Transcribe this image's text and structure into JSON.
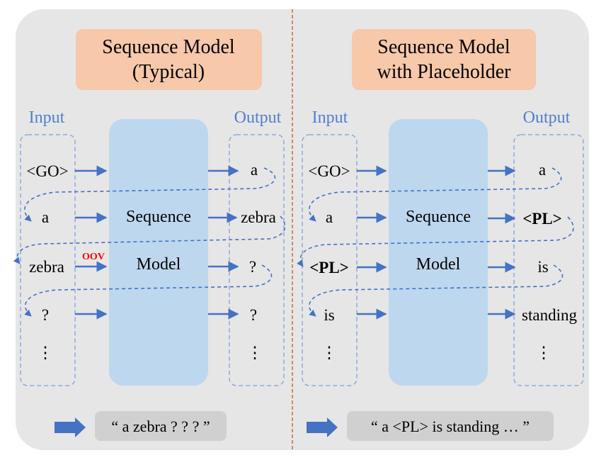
{
  "colors": {
    "panel_bg": "#e6e6e6",
    "title_box": "#f7c8a9",
    "model_box": "#bdd7ee",
    "accent_blue": "#4472c4",
    "label_blue": "#4f7fd1",
    "divider": "#c55a11",
    "oov_red": "#ff0000",
    "output_box": "#d0d0d0",
    "text": "#000000"
  },
  "left": {
    "title_line1": "Sequence Model",
    "title_line2": "(Typical)",
    "input_label": "Input",
    "output_label": "Output",
    "model_line1": "Sequence",
    "model_line2": "Model",
    "inputs": [
      "<GO>",
      "a",
      "zebra",
      "?",
      "⋮"
    ],
    "outputs": [
      "a",
      "zebra",
      "?",
      "?",
      "⋮"
    ],
    "oov_label": "OOV",
    "result_text": "“ a zebra ? ? ? ”"
  },
  "right": {
    "title_line1": "Sequence Model",
    "title_line2": "with Placeholder",
    "input_label": "Input",
    "output_label": "Output",
    "model_line1": "Sequence",
    "model_line2": "Model",
    "inputs": [
      "<GO>",
      "a",
      "<PL>",
      "is",
      "⋮"
    ],
    "outputs": [
      "a",
      "<PL>",
      "is",
      "standing",
      "⋮"
    ],
    "result_text": "“ a <PL> is standing … ”"
  },
  "icons": {
    "result_arrow": "block-arrow-right-icon"
  }
}
